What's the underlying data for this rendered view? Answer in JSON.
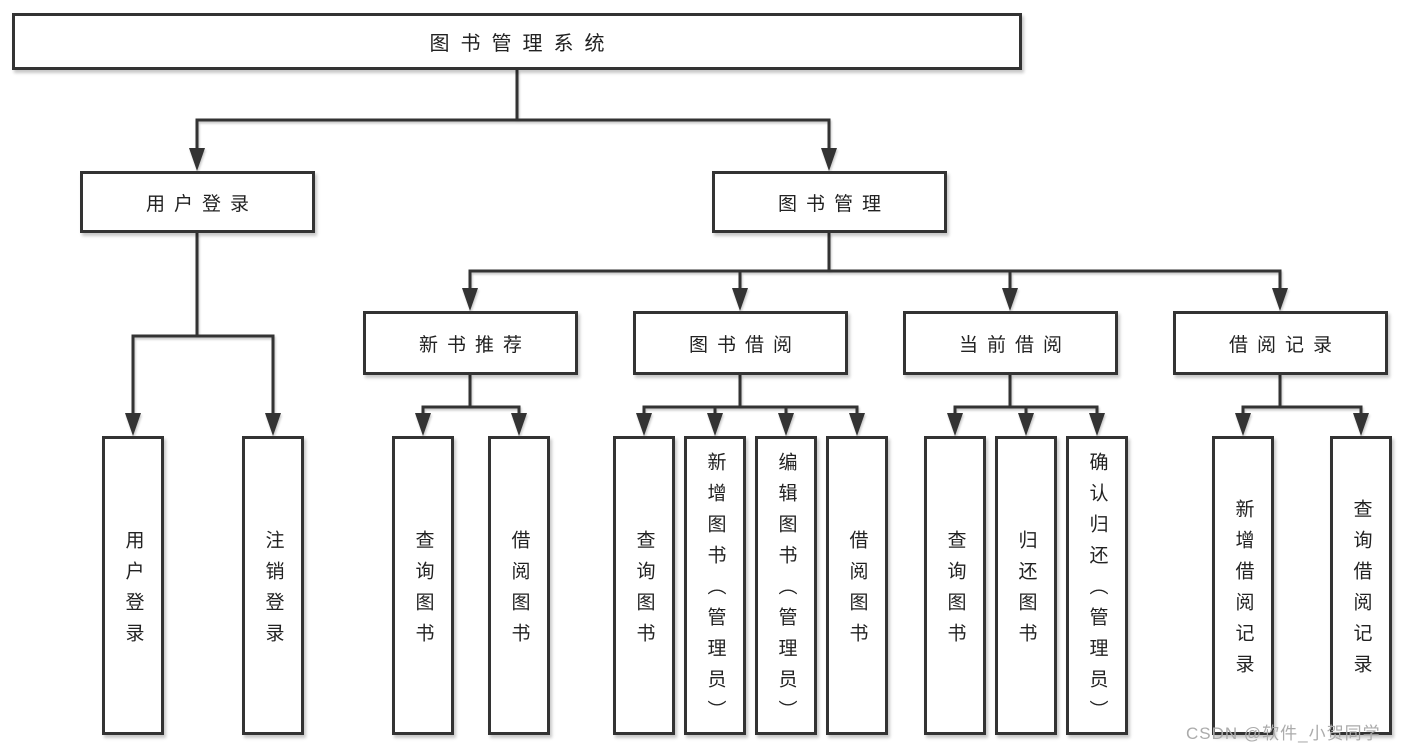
{
  "tree": {
    "label": "图书管理系统",
    "children": [
      {
        "label": "用户登录",
        "children": [
          {
            "label": "用户登录"
          },
          {
            "label": "注销登录"
          }
        ]
      },
      {
        "label": "图书管理",
        "children": [
          {
            "label": "新书推荐",
            "children": [
              {
                "label": "查询图书"
              },
              {
                "label": "借阅图书"
              }
            ]
          },
          {
            "label": "图书借阅",
            "children": [
              {
                "label": "查询图书"
              },
              {
                "label": "新增图书（管理员）"
              },
              {
                "label": "编辑图书（管理员）"
              },
              {
                "label": "借阅图书"
              }
            ]
          },
          {
            "label": "当前借阅",
            "children": [
              {
                "label": "查询图书"
              },
              {
                "label": "归还图书"
              },
              {
                "label": "确认归还（管理员）"
              }
            ]
          },
          {
            "label": "借阅记录",
            "children": [
              {
                "label": "新增借阅记录"
              },
              {
                "label": "查询借阅记录"
              }
            ]
          }
        ]
      }
    ]
  },
  "watermark": "CSDN @软件_小贺同学",
  "colors": {
    "line": "#333333",
    "text": "#222222",
    "background": "#ffffff",
    "watermark": "#ababab"
  }
}
